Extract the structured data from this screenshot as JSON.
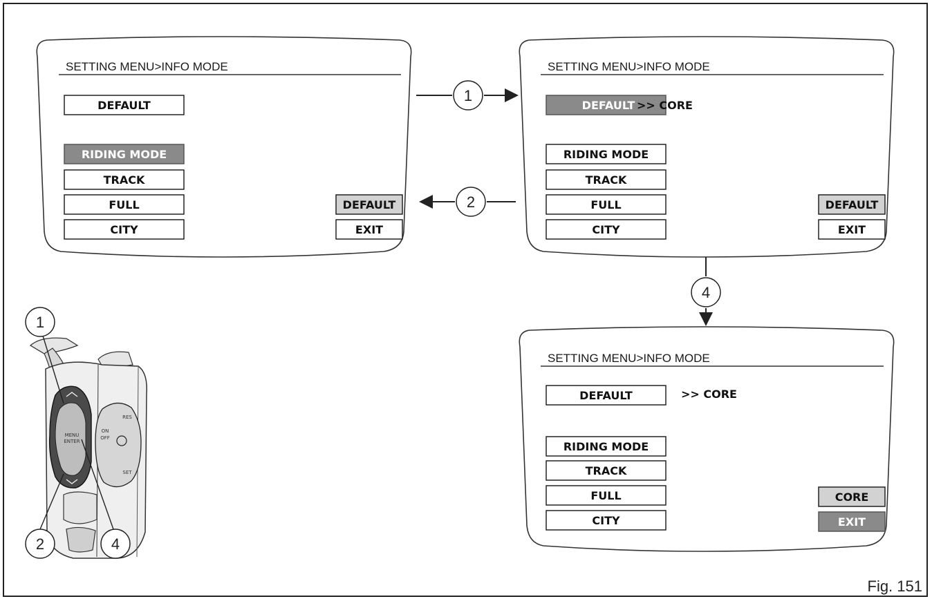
{
  "figure": {
    "label": "Fig. 151"
  },
  "screens": [
    {
      "title": "SETTING MENU>INFO MODE",
      "default_row": {
        "label": "DEFAULT",
        "suffix": ""
      },
      "modes": [
        "RIDING MODE",
        "TRACK",
        "FULL",
        "CITY"
      ],
      "right_buttons": [
        "DEFAULT",
        "EXIT"
      ]
    },
    {
      "title": "SETTING MENU>INFO MODE",
      "default_row": {
        "label": "DEFAULT",
        "suffix": ">> CORE"
      },
      "modes": [
        "RIDING MODE",
        "TRACK",
        "FULL",
        "CITY"
      ],
      "right_buttons": [
        "DEFAULT",
        "EXIT"
      ]
    },
    {
      "title": "SETTING MENU>INFO MODE",
      "default_row": {
        "label": "DEFAULT",
        "suffix": ">> CORE"
      },
      "modes": [
        "RIDING MODE",
        "TRACK",
        "FULL",
        "CITY"
      ],
      "right_buttons": [
        "CORE",
        "EXIT"
      ]
    }
  ],
  "step_numbers": [
    "1",
    "2",
    "4"
  ],
  "control": {
    "menu_label": "MENU",
    "enter_label": "ENTER",
    "on_label": "ON",
    "off_label": "OFF",
    "res_label": "RES",
    "set_label": "SET",
    "callouts": [
      "1",
      "2",
      "4"
    ]
  }
}
